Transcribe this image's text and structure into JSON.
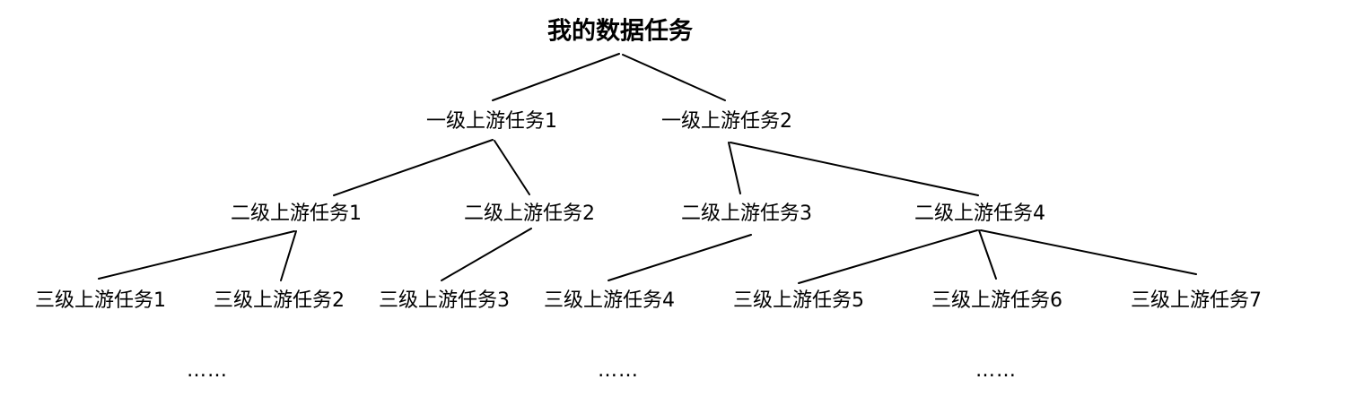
{
  "diagram": {
    "background_color": "#ffffff",
    "text_color": "#000000",
    "line_color": "#000000",
    "root": {
      "label": "我的数据任务"
    },
    "level1": [
      {
        "label": "一级上游任务1"
      },
      {
        "label": "一级上游任务2"
      }
    ],
    "level2": [
      {
        "label": "二级上游任务1"
      },
      {
        "label": "二级上游任务2"
      },
      {
        "label": "二级上游任务3"
      },
      {
        "label": "二级上游任务4"
      }
    ],
    "level3": [
      {
        "label": "三级上游任务1"
      },
      {
        "label": "三级上游任务2"
      },
      {
        "label": "三级上游任务3"
      },
      {
        "label": "三级上游任务4"
      },
      {
        "label": "三级上游任务5"
      },
      {
        "label": "三级上游任务6"
      },
      {
        "label": "三级上游任务7"
      }
    ],
    "ellipses": [
      {
        "label": "……"
      },
      {
        "label": "……"
      },
      {
        "label": "……"
      }
    ],
    "structure": {
      "我的数据任务": [
        "一级上游任务1",
        "一级上游任务2"
      ],
      "一级上游任务1": [
        "二级上游任务1",
        "二级上游任务2"
      ],
      "一级上游任务2": [
        "二级上游任务3",
        "二级上游任务4"
      ],
      "二级上游任务1": [
        "三级上游任务1",
        "三级上游任务2"
      ],
      "二级上游任务2": [
        "三级上游任务3"
      ],
      "二级上游任务3": [
        "三级上游任务4"
      ],
      "二级上游任务4": [
        "三级上游任务5",
        "三级上游任务6",
        "三级上游任务7"
      ]
    }
  }
}
